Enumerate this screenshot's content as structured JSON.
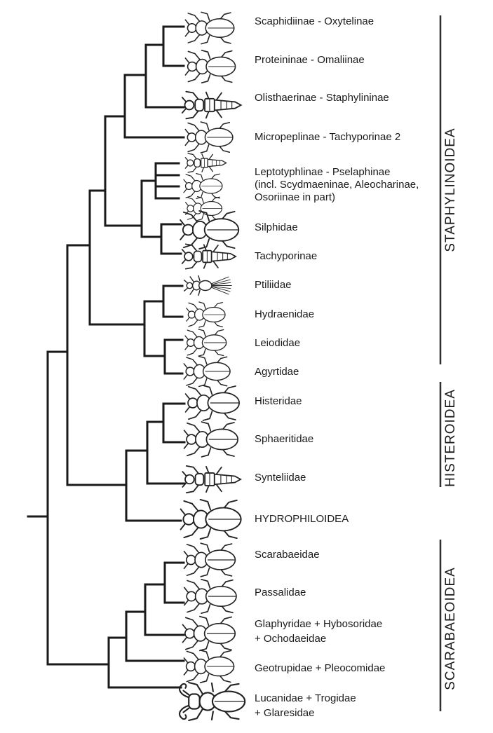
{
  "figure": {
    "type": "phylogenetic-cladogram",
    "colors": {
      "line": "#1a1a1a",
      "text": "#1a1a1a",
      "bracket": "#2e2e2e",
      "background": "#ffffff"
    },
    "taxa": [
      {
        "label": "Scaphidiinae - Oxytelinae",
        "icon": "beetle-oval-icon"
      },
      {
        "label": "Proteininae - Omaliinae",
        "icon": "beetle-oval-icon"
      },
      {
        "label": "Olisthaerinae - Staphylininae",
        "icon": "beetle-rove-icon"
      },
      {
        "label": "Micropeplinae - Tachyporinae 2",
        "icon": "beetle-oval-icon"
      },
      {
        "label": "Leptotyphlinae - Pselaphinae\n(incl. Scydmaeninae, Aleocharinae,\nOsoriinae in part)",
        "icon": "beetle-trio-icon"
      },
      {
        "label": "Silphidae",
        "icon": "beetle-oval-icon"
      },
      {
        "label": "Tachyporinae",
        "icon": "beetle-rove-icon"
      },
      {
        "label": "Ptiliidae",
        "icon": "beetle-ptiliid-icon"
      },
      {
        "label": "Hydraenidae",
        "icon": "beetle-oval-icon"
      },
      {
        "label": "Leiodidae",
        "icon": "beetle-oval-icon"
      },
      {
        "label": "Agyrtidae",
        "icon": "beetle-oval-icon"
      },
      {
        "label": "Histeridae",
        "icon": "beetle-oval-icon"
      },
      {
        "label": "Sphaeritidae",
        "icon": "beetle-oval-icon"
      },
      {
        "label": "Synteliidae",
        "icon": "beetle-rove-icon"
      },
      {
        "label": "HYDROPHILOIDEA",
        "icon": "beetle-oval-icon"
      },
      {
        "label": "Scarabaeidae",
        "icon": "beetle-oval-icon"
      },
      {
        "label": "Passalidae",
        "icon": "beetle-oval-icon"
      },
      {
        "label": "Glaphyridae + Hybosoridae\n+ Ochodaeidae",
        "icon": "beetle-oval-icon"
      },
      {
        "label": "Geotrupidae + Pleocomidae",
        "icon": "beetle-oval-icon"
      },
      {
        "label": "Lucanidae + Trogidae\n+ Glaresidae",
        "icon": "beetle-stag-icon"
      }
    ],
    "superfamilies": [
      {
        "label": "STAPHYLINOIDEA"
      },
      {
        "label": "HISTEROIDEA"
      },
      {
        "label": "SCARABAEOIDEA"
      }
    ]
  }
}
